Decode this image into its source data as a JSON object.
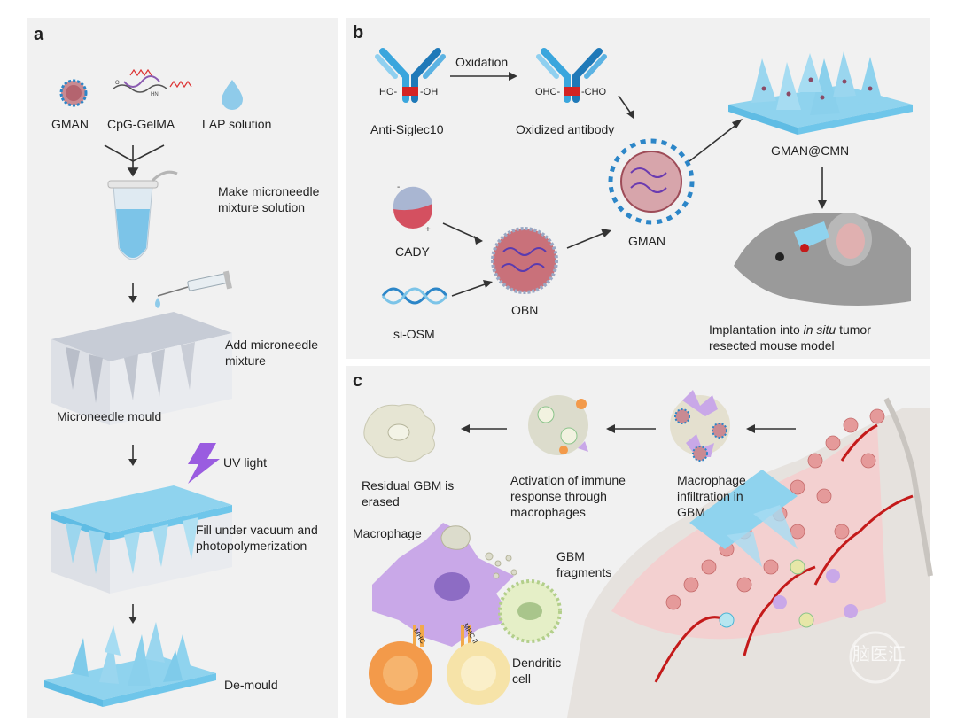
{
  "panels": {
    "a": "a",
    "b": "b",
    "c": "c"
  },
  "a": {
    "gman": "GMAN",
    "cpg": "CpG-GelMA",
    "lap": "LAP solution",
    "make1": "Make microneedle",
    "make2": "mixture solution",
    "add1": "Add microneedle",
    "add2": "mixture",
    "mould": "Microneedle mould",
    "uv": "UV light",
    "fill1": "Fill under vacuum and",
    "fill2": "photopolymerization",
    "demould": "De-mould"
  },
  "b": {
    "anti": "Anti-Siglec10",
    "ho": "HO-",
    "oh": "-OH",
    "oxidation": "Oxidation",
    "ohc": "OHC-",
    "cho": "-CHO",
    "oxidized": "Oxidized antibody",
    "gman": "GMAN",
    "gmancmn": "GMAN@CMN",
    "cady": "CADY",
    "siosm": "si-OSM",
    "obn": "OBN",
    "impl_pre": "Implantation into ",
    "impl_em": "in situ",
    "impl_post": " tumor",
    "impl2": "resected mouse model"
  },
  "c": {
    "residual1": "Residual GBM is",
    "residual2": "erased",
    "act1": "Activation of immune",
    "act2": "response through",
    "act3": "macrophages",
    "mac1": "Macrophage",
    "mac2": "infiltration in",
    "mac3": "GBM",
    "macrophage": "Macrophage",
    "frag1": "GBM",
    "frag2": "fragments",
    "dc1": "Dendritic",
    "dc2": "cell",
    "mhc": "MHC",
    "mhc2": "MHC II"
  },
  "watermark": "脑医汇",
  "colors": {
    "panel": "#f1f1f1",
    "needle": "#8fd3ee",
    "antibody": "#3aa6dd",
    "vessel": "#c41a1a",
    "macrophage": "#c9a8e8"
  }
}
